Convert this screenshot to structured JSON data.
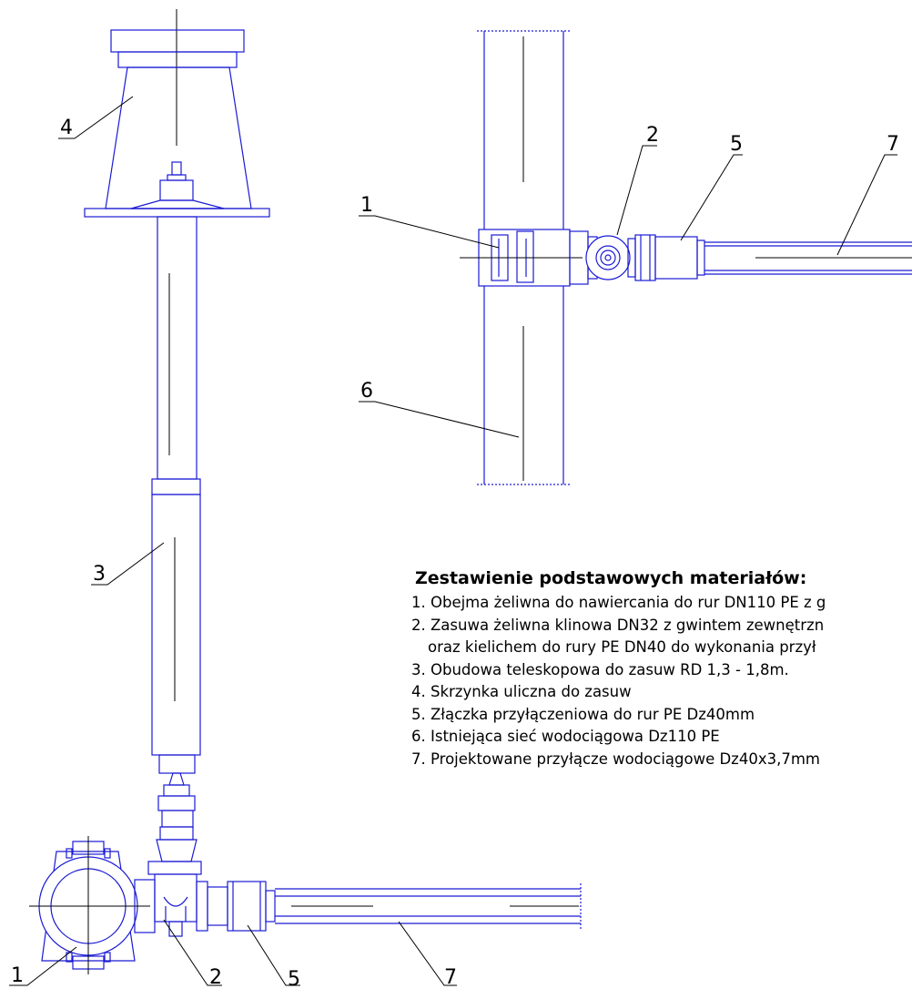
{
  "labels": {
    "top_view": {
      "clamp": "1",
      "valve": "2",
      "coupling": "5",
      "service_pipe": "7",
      "main_pipe": "6"
    },
    "side_view": {
      "street_box": "4",
      "telescopic_housing": "3",
      "clamp": "1",
      "valve": "2",
      "coupling": "5",
      "service_pipe": "7"
    }
  },
  "legend": {
    "title": "Zestawienie podstawowych materiałów:",
    "items": [
      "1. Obejma żeliwna do nawiercania do rur DN110 PE z g",
      "2. Zasuwa żeliwna klinowa DN32 z gwintem zewnętrzn",
      "   oraz kielichem do rury PE DN40 do wykonania przył",
      "3. Obudowa teleskopowa do zasuw RD 1,3 - 1,8m.",
      "4. Skrzynka uliczna do zasuw",
      "5. Złączka przyłączeniowa do rur PE Dz40mm",
      "6. Istniejąca sieć wodociągowa Dz110 PE",
      "7. Projektowane przyłącze wodociągowe Dz40x3,7mm"
    ]
  },
  "colors": {
    "line": "#1a1ad4",
    "text": "#000000",
    "background": "#ffffff"
  }
}
